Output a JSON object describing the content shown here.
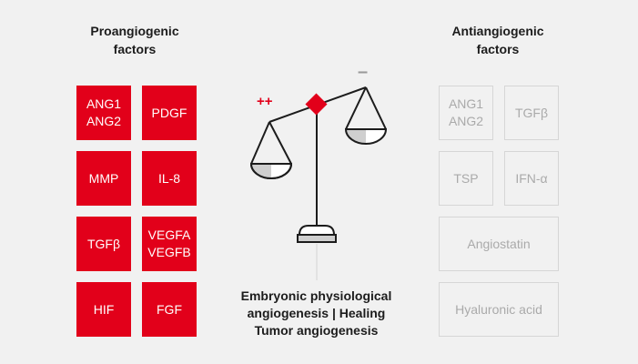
{
  "headings": {
    "pro": "Proangiogenic\nfactors",
    "anti": "Antiangiogenic\nfactors"
  },
  "pro_factors": [
    "ANG1\nANG2",
    "PDGF",
    "MMP",
    "IL-8",
    "TGFβ",
    "VEGFA\nVEGFB",
    "HIF",
    "FGF"
  ],
  "anti_factors": [
    "ANG1\nANG2",
    "TGFβ",
    "TSP",
    "IFN-α",
    "Angiostatin",
    "Hyaluronic acid"
  ],
  "signs": {
    "plus": "++",
    "minus": "–"
  },
  "caption": [
    "Embryonic physiological",
    "angiogenesis | Healing",
    "Tumor angiogenesis"
  ],
  "colors": {
    "background": "#f1f1f1",
    "pro_tile": "#e2001a",
    "anti_border": "#d6d6d6",
    "anti_text": "#aaaaaa",
    "scale_line": "#1c1c1c",
    "scale_accent": "#e2001a",
    "pan_fill": "#cfcfcf"
  }
}
